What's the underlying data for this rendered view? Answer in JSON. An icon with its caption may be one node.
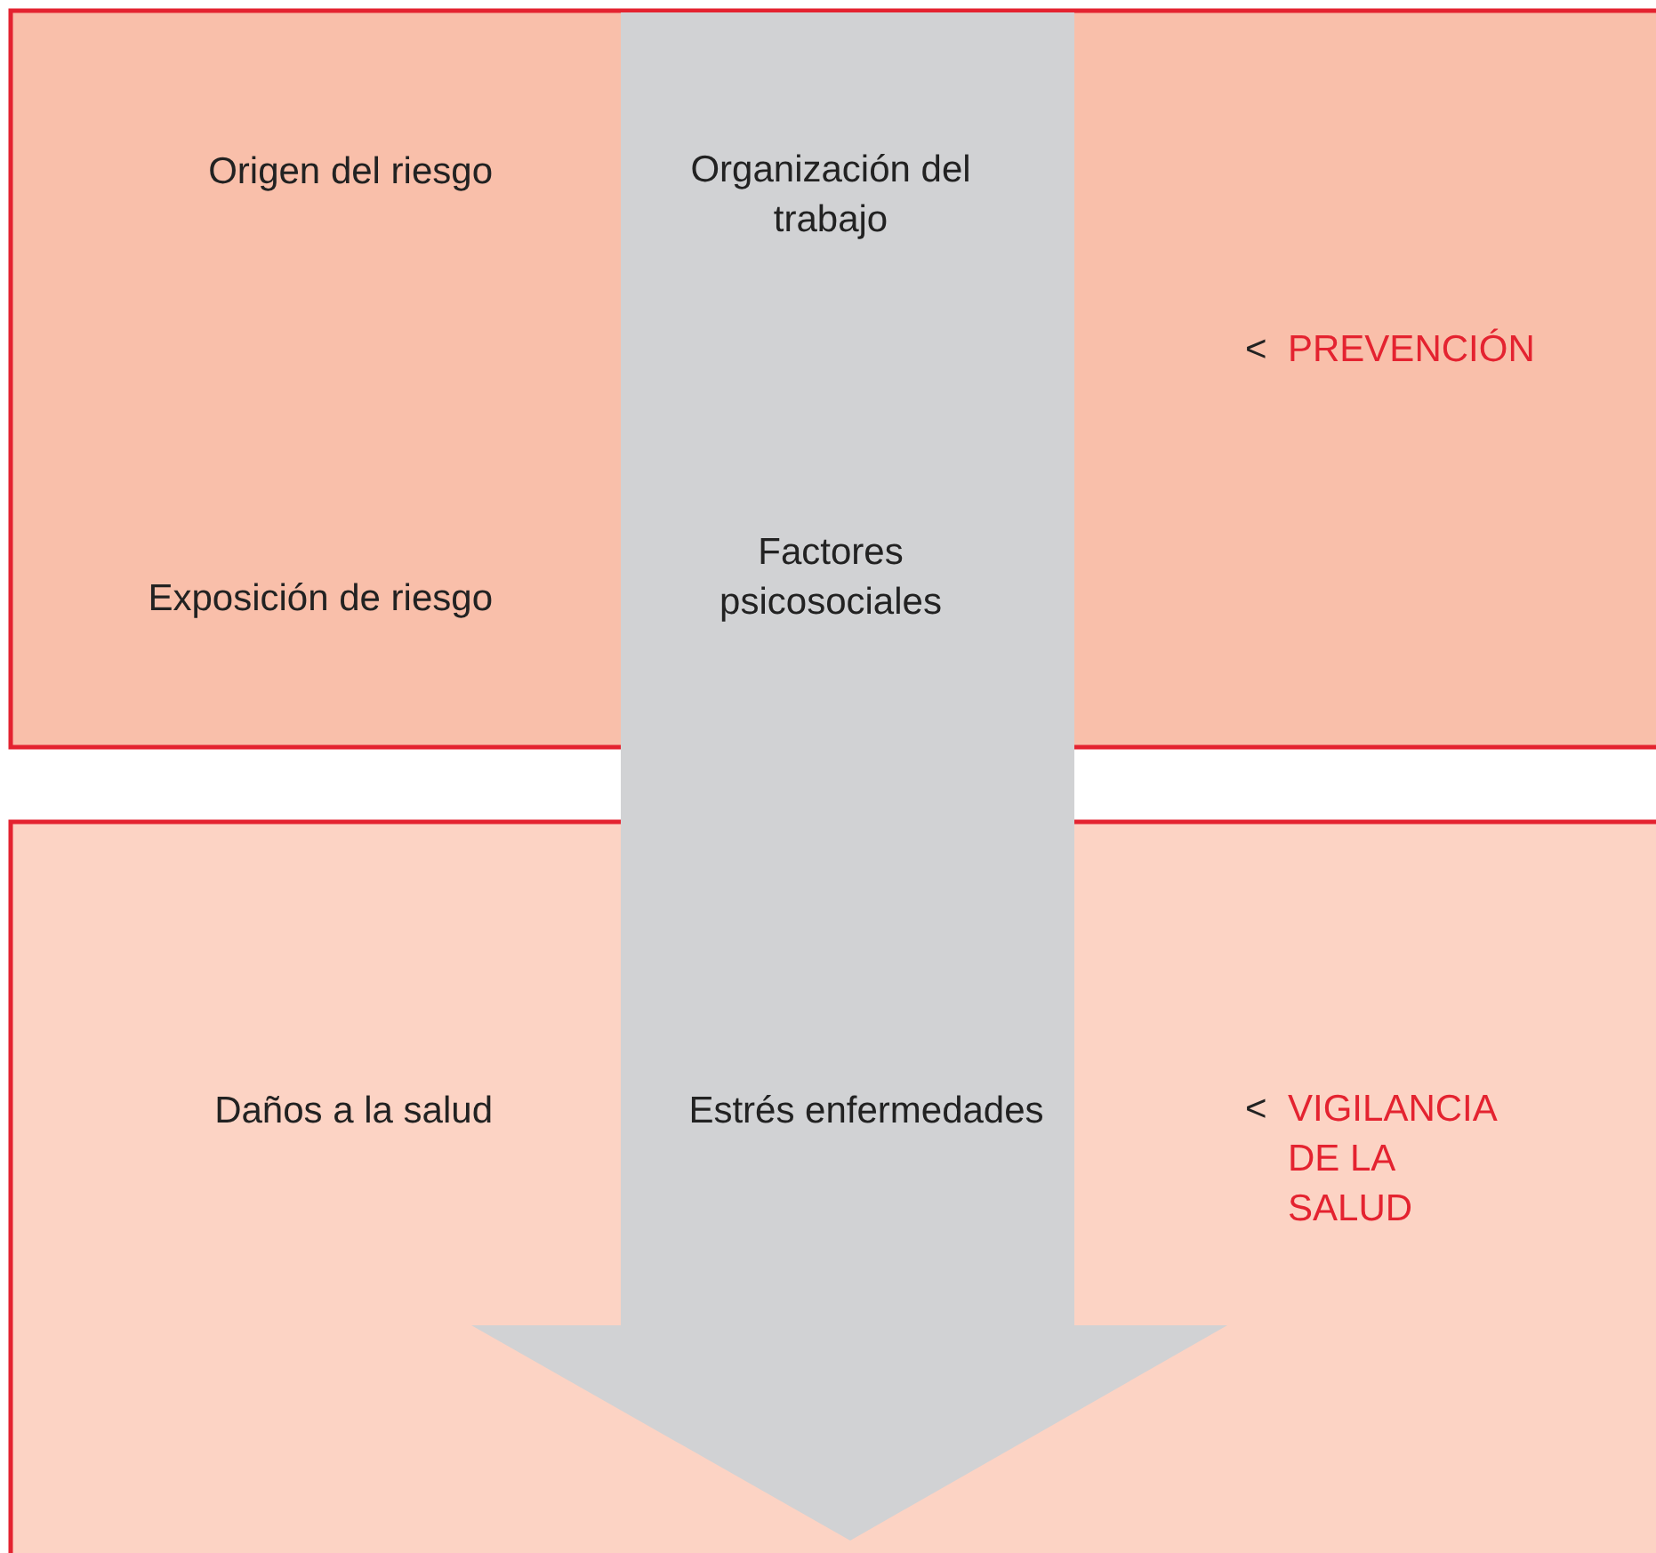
{
  "diagram": {
    "labels": [
      "Origen del riesgo",
      "Organización del trabajo",
      "<",
      "PREVENCIÓN",
      "Exposición de riesgo",
      "Factores psicosociales",
      "Daños a la salud",
      "Estrés enfermedades",
      "<",
      "VIGILANCIA DE LA SALUD"
    ]
  }
}
